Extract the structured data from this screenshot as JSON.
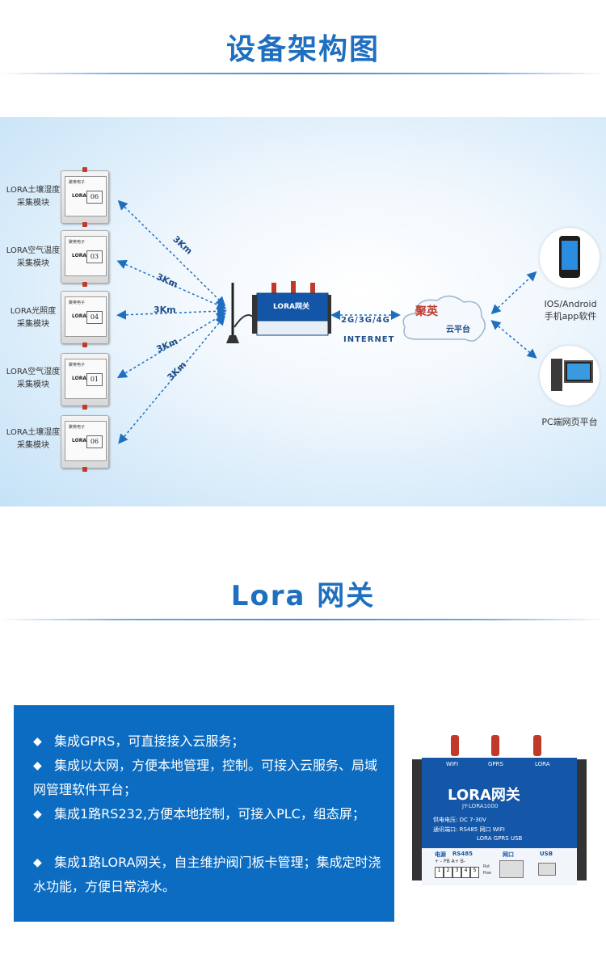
{
  "section1": {
    "title": "设备架构图"
  },
  "modules": [
    {
      "label_line1": "LORA土壤湿度",
      "label_line2": "采集模块",
      "number": "06"
    },
    {
      "label_line1": "LORA空气温度",
      "label_line2": "采集模块",
      "number": "03"
    },
    {
      "label_line1": "LORA光照度",
      "label_line2": "采集模块",
      "number": "04"
    },
    {
      "label_line1": "LORA空气湿度",
      "label_line2": "采集模块",
      "number": "01"
    },
    {
      "label_line1": "LORA土壤湿度",
      "label_line2": "采集模块",
      "number": "06"
    }
  ],
  "module_common": {
    "brand": "聚英电子",
    "model": "LORA"
  },
  "links": {
    "distance": "3Km"
  },
  "gateway": {
    "name": "LORA网关",
    "network": "2G/3G/4G",
    "internet": "INTERNET"
  },
  "cloud": {
    "brand": "聚英",
    "platform": "云平台"
  },
  "clients": {
    "mobile_line1": "IOS/Android",
    "mobile_line2": "手机app软件",
    "pc": "PC端网页平台"
  },
  "section2": {
    "title": "Lora 网关"
  },
  "features": [
    "集成GPRS，可直接接入云服务；",
    "集成以太网，方便本地管理，控制。可接入云服务、局域网管理软件平台；",
    "集成1路RS232,方便本地控制，可接入PLC，组态屏；",
    "集成1路LORA网关，自主维护阀门板卡管理；集成定时浇水功能，方便日常浇水。"
  ],
  "bullet_symbol": "◆",
  "product": {
    "title": "LORA网关",
    "model": "JY-LORA1000",
    "antenna_labels": [
      "WIFI",
      "GPRS",
      "LORA"
    ],
    "power_spec": "供电电压: DC 7-30V",
    "interfaces_label": "通讯端口:",
    "interfaces": [
      "RS485",
      "网口",
      "WIFI",
      "LORA",
      "GPRS",
      "USB"
    ],
    "port_power": "电源",
    "port_rs485": "RS485",
    "port_pins": "+ - PB A+ B-",
    "terminals": [
      "1",
      "2",
      "3",
      "4",
      "5"
    ],
    "rst": "Rst",
    "pow": "Pow",
    "port_net": "网口",
    "port_usb": "USB"
  },
  "colors": {
    "accent": "#1f6fc0",
    "feature_bg": "#0b6cc2",
    "arrow": "#1f6fc0"
  }
}
